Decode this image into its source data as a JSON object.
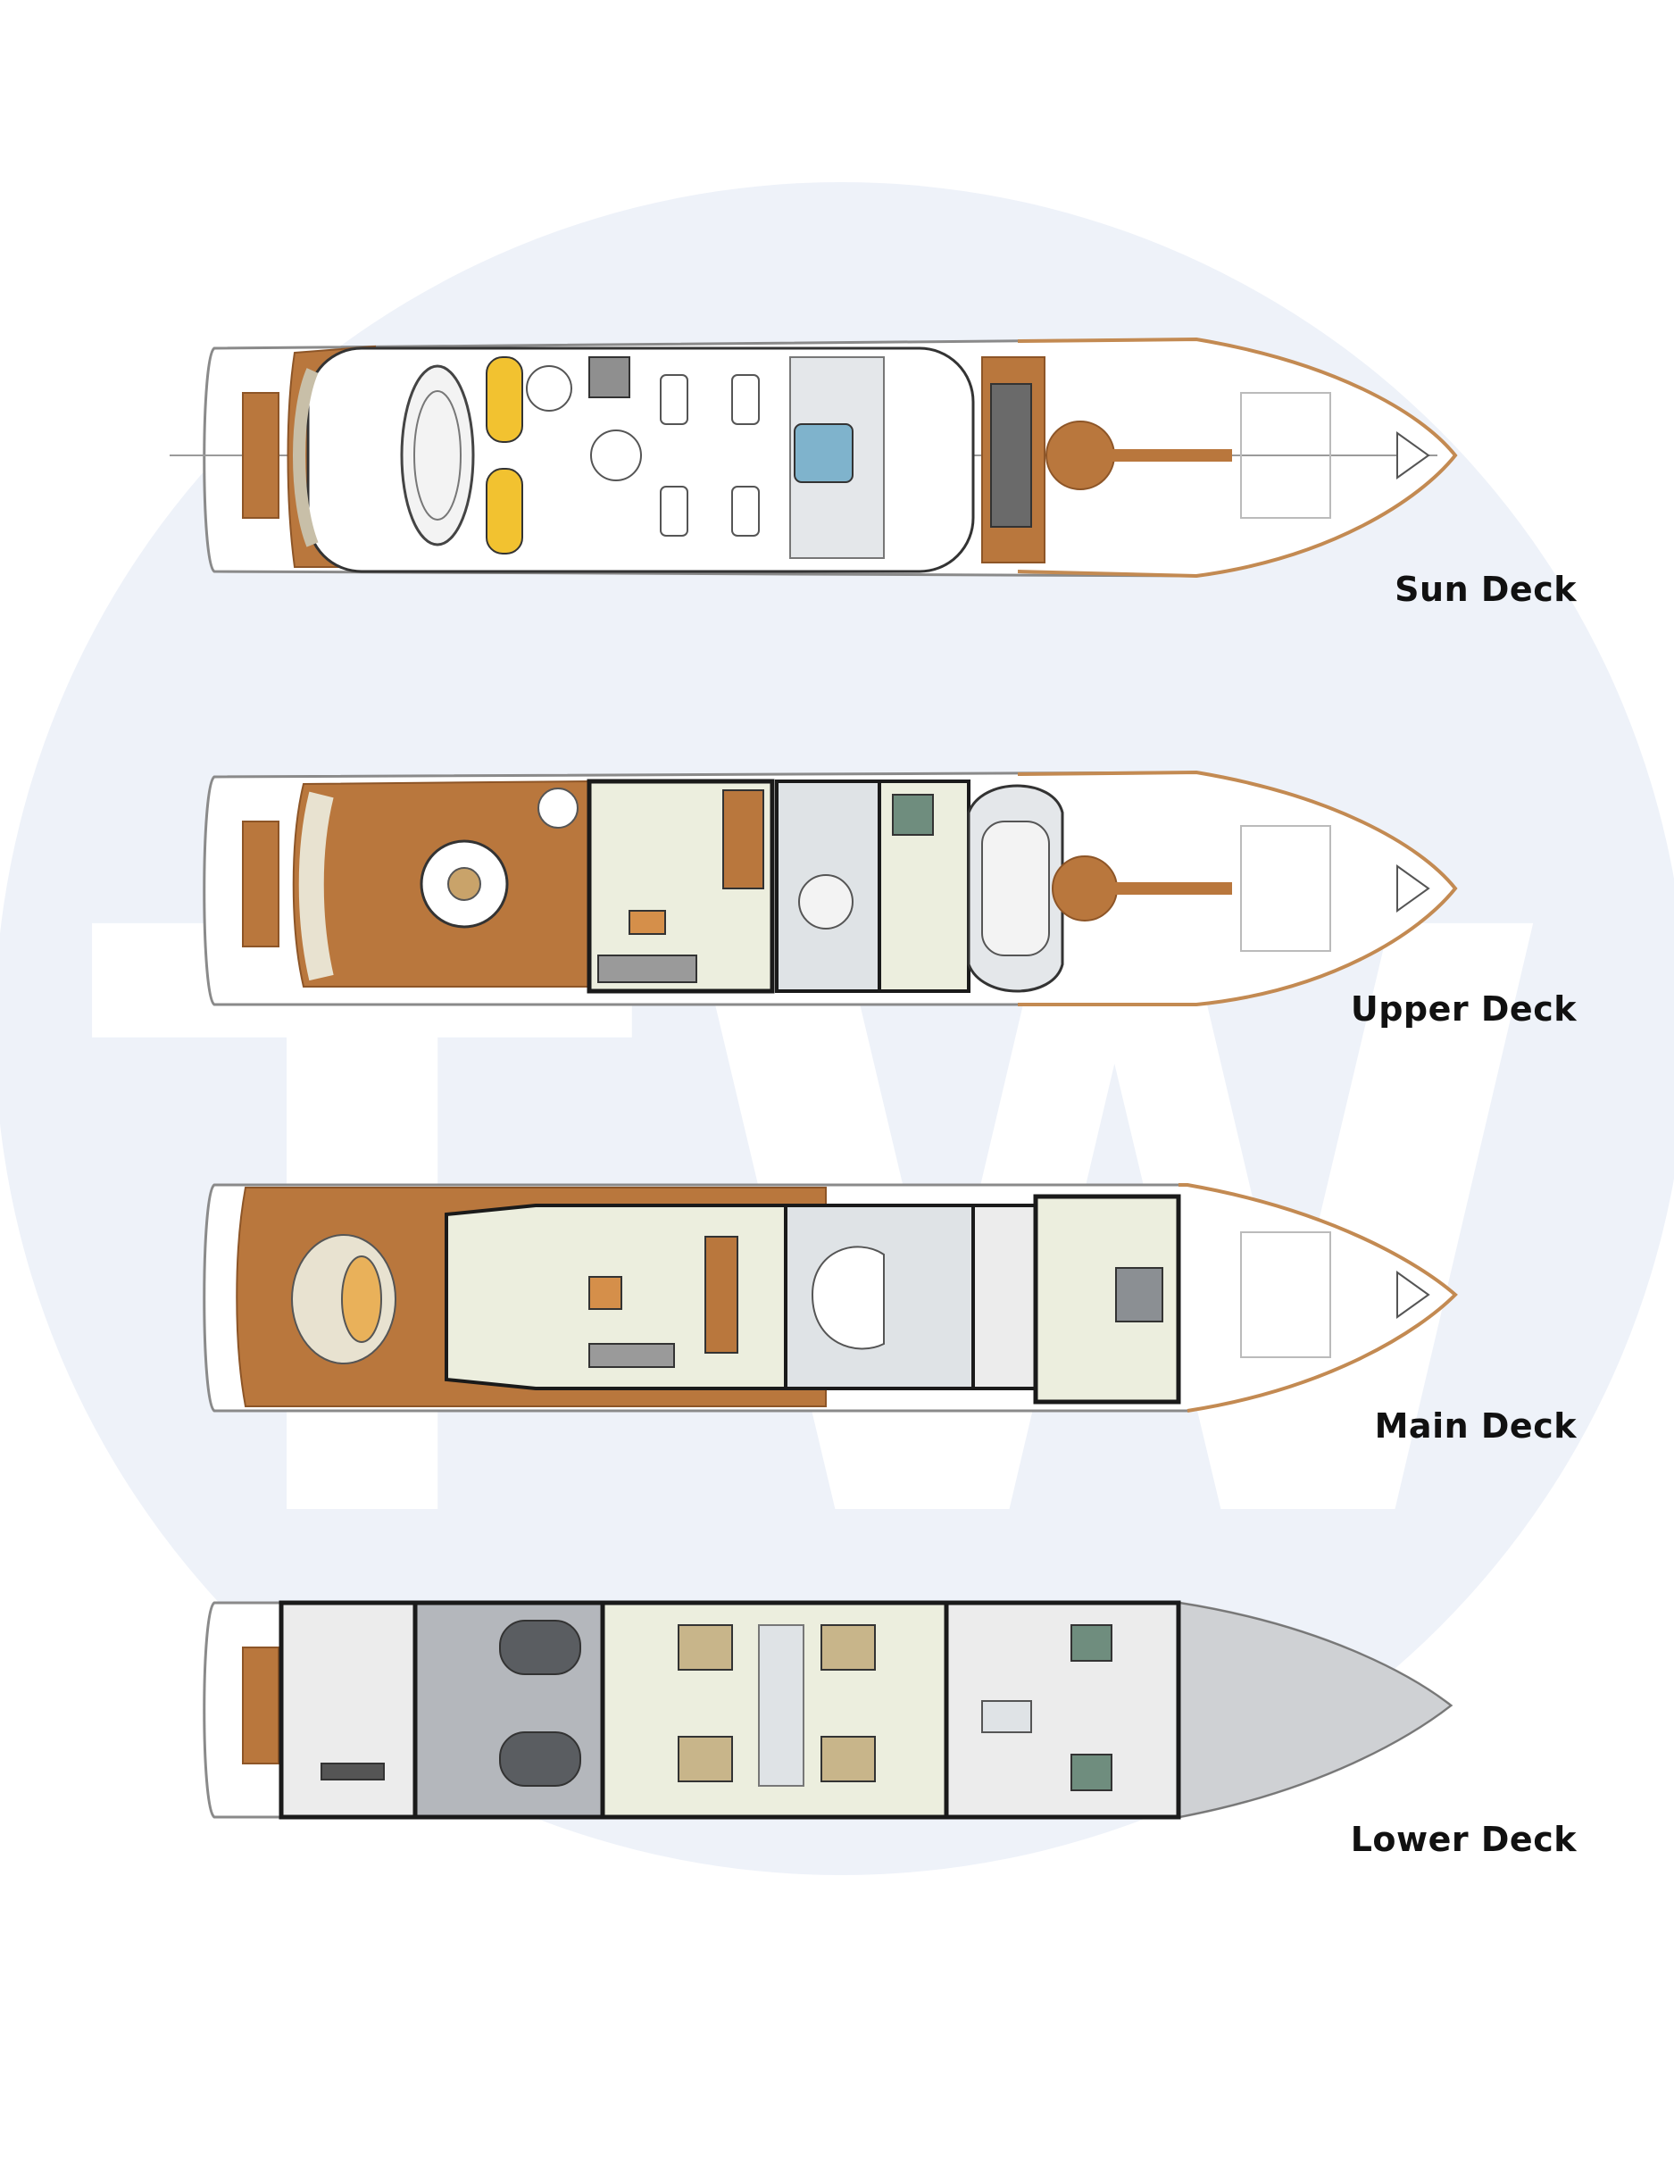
{
  "watermark": {
    "text": "TW",
    "circle_color": "#eef2f9",
    "letter_color": "#ffffff"
  },
  "colors": {
    "teak": "#b9773d",
    "teak_dark": "#8d5527",
    "hull_line": "#8a8a8a",
    "hull_trim": "#c38a52",
    "interior": "#eceede",
    "tile": "#dfe3e6",
    "garage": "#b4b7bc",
    "bow_grey": "#cfd1d4",
    "wall": "#1a1a1a"
  },
  "decks": [
    {
      "id": "sun",
      "label": "Sun Deck"
    },
    {
      "id": "upper",
      "label": "Upper Deck"
    },
    {
      "id": "main",
      "label": "Main Deck"
    },
    {
      "id": "lower",
      "label": "Lower Deck"
    }
  ]
}
